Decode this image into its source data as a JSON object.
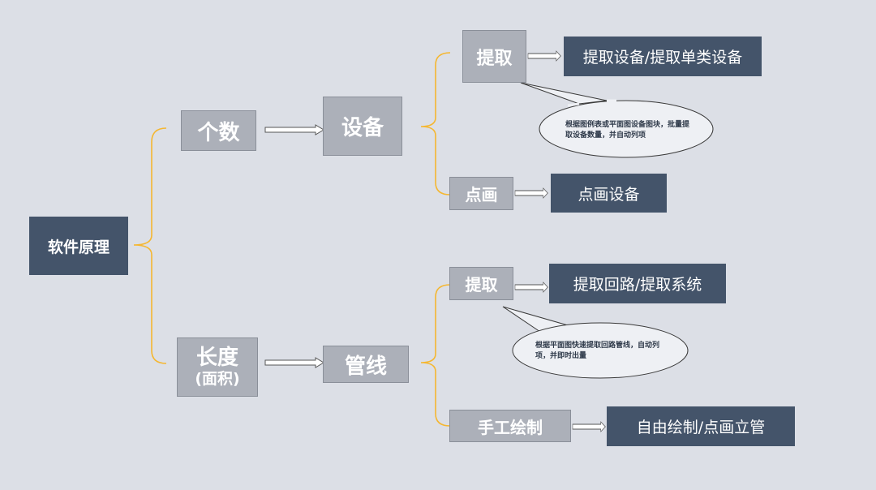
{
  "diagram": {
    "root": "软件原理",
    "branches": {
      "count": {
        "label": "个数"
      },
      "length": {
        "label": "长度",
        "sublabel": "(面积)"
      }
    },
    "equipment": {
      "label": "设备",
      "extract": {
        "label": "提取",
        "result": "提取设备/提取单类设备",
        "note_line1": "根据图例表或平面图设备图块，批量提",
        "note_line2": "取设备数量，并自动列项"
      },
      "point": {
        "label": "点画",
        "result": "点画设备"
      }
    },
    "pipeline": {
      "label": "管线",
      "extract": {
        "label": "提取",
        "result": "提取回路/提取系统",
        "note_line1": "根据平面图快速提取回路管线，自动列",
        "note_line2": "项，并即时出量"
      },
      "manual": {
        "label": "手工绘制",
        "result": "自由绘制/点画立管"
      }
    }
  },
  "colors": {
    "background": "#dcdfe6",
    "dark_box": "#44546a",
    "gray_box": "#acb0b9",
    "connector": "#f5b731",
    "callout_fill": "#eef0f4"
  }
}
